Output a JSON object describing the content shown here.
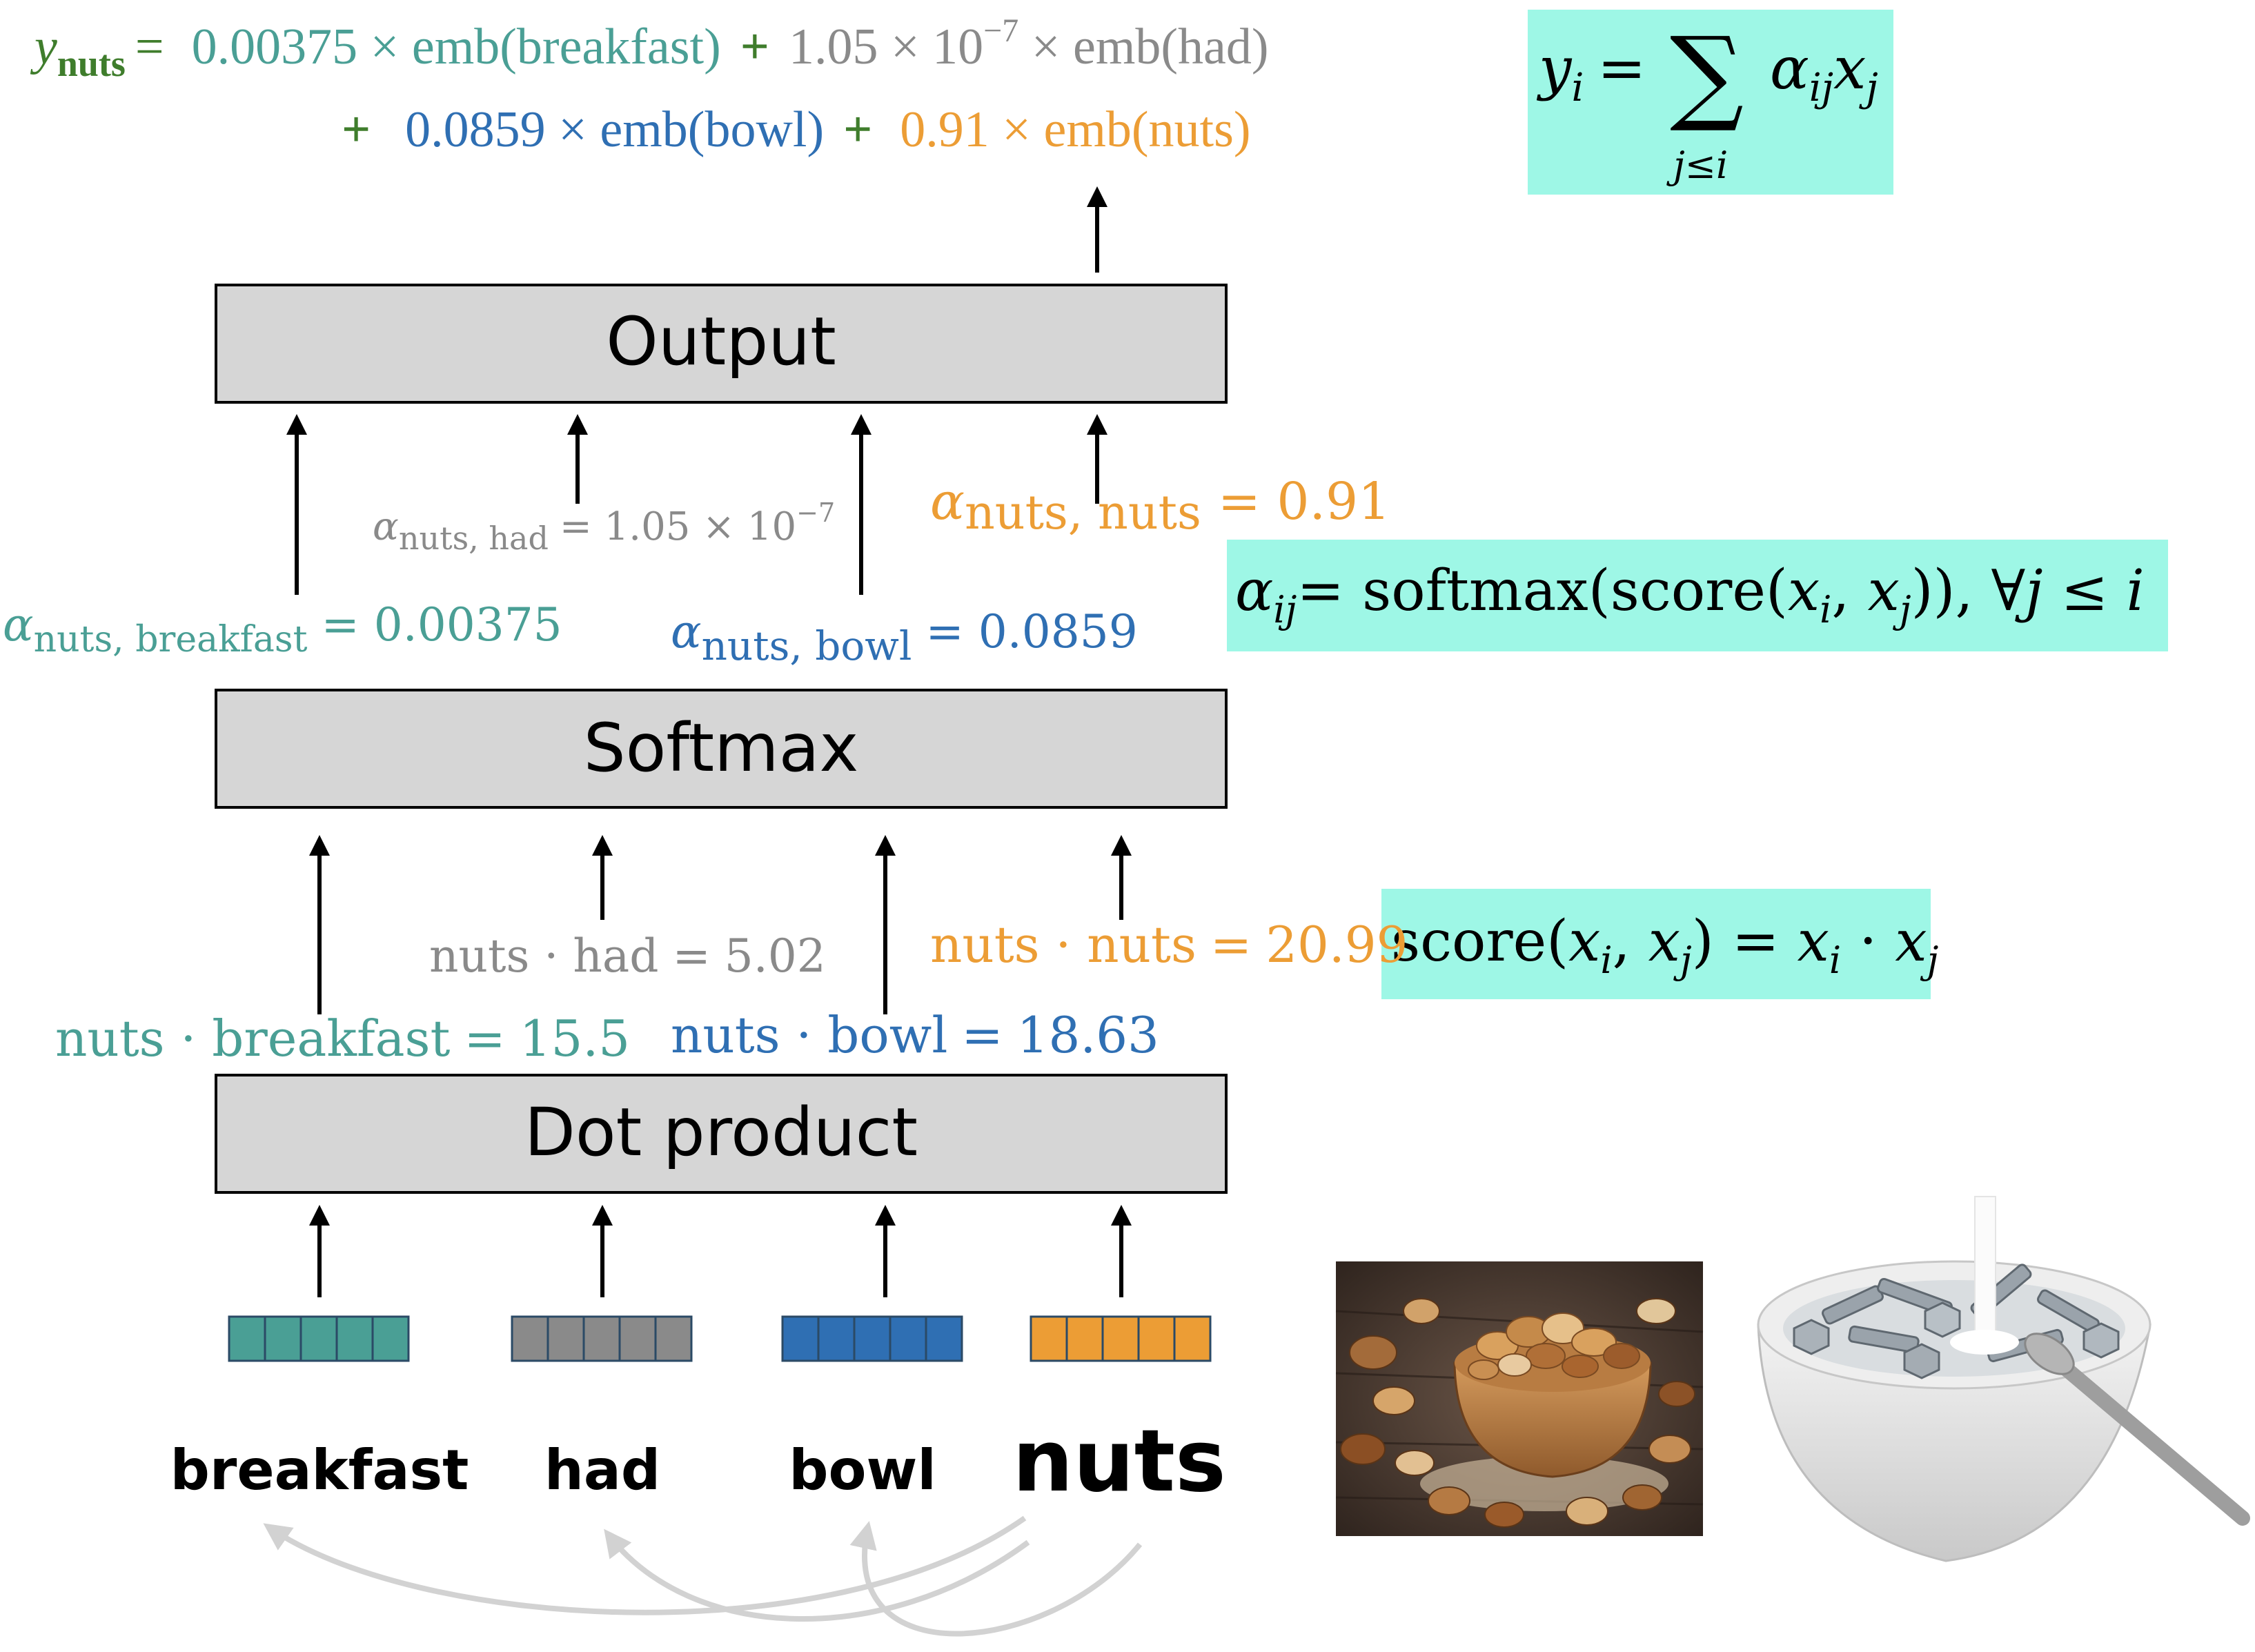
{
  "colors": {
    "teal": "#4a9f95",
    "gray": "#8a8a8a",
    "blue": "#2f6fb3",
    "orange": "#ec9d35",
    "green": "#3f7d2c",
    "box_fill": "#d6d6d6",
    "formula_bg": "#9ef7e6",
    "arc": "#d2d2d2"
  },
  "boxes": {
    "output": "Output",
    "softmax": "Softmax",
    "dot_product": "Dot product"
  },
  "tokens": [
    {
      "word": "breakfast",
      "color": "teal"
    },
    {
      "word": "had",
      "color": "gray"
    },
    {
      "word": "bowl",
      "color": "blue"
    },
    {
      "word": "nuts",
      "color": "orange"
    }
  ],
  "dot_scores": {
    "breakfast": {
      "lhs": "nuts · breakfast",
      "eq": "=",
      "value": "15.5"
    },
    "had": {
      "lhs": "nuts · had",
      "eq": "=",
      "value": "5.02"
    },
    "bowl": {
      "lhs": "nuts · bowl",
      "eq": "=",
      "value": "18.63"
    },
    "nuts": {
      "lhs": "nuts · nuts",
      "eq": "=",
      "value": "20.99"
    }
  },
  "attention_weights": {
    "symbol": "α",
    "breakfast": {
      "sub": "nuts, breakfast",
      "rhs": "= 0.00375"
    },
    "had": {
      "sub": "nuts, had",
      "rhs": "= 1.05 × 10",
      "exp": "−7"
    },
    "bowl": {
      "sub": "nuts, bowl",
      "rhs": "= 0.0859"
    },
    "nuts": {
      "sub": "nuts, nuts",
      "rhs": "= 0.91"
    }
  },
  "output_equation": {
    "y": "y",
    "y_sub": "nuts",
    "equals": "=",
    "term_breakfast": "0.00375 × emb(breakfast)",
    "plus": "+",
    "term_had_a": "1.05 × 10",
    "term_had_exp": "−7",
    "term_had_b": " × emb(had)",
    "term_bowl": "0.0859 × emb(bowl)",
    "term_nuts": "0.91 × emb(nuts)"
  },
  "formulas": {
    "sum": {
      "y": "y",
      "i": "i",
      "eq": "=",
      "sigma": "∑",
      "below": "j≤i",
      "alpha": "α",
      "ij": "ij",
      "x": "x",
      "j": "j"
    },
    "softmax": {
      "alpha": "α",
      "ij": "ij",
      "rest": "= softmax(score(",
      "x": "x",
      "i": "i",
      "comma": ", ",
      "j": "j",
      "close": ")), ∀",
      "jj": "j",
      "le": " ≤ ",
      "ii": "i"
    },
    "score": {
      "head": "score(",
      "x": "x",
      "i": "i",
      "comma": ", ",
      "j": "j",
      "mid": ") = ",
      "dot": " · "
    }
  },
  "images": [
    {
      "name": "nuts-bowl-photo",
      "depicts": "wooden bowl of mixed nuts"
    },
    {
      "name": "hardware-nuts-cereal-photo",
      "depicts": "bowl of metal nuts and bolts with milk"
    }
  ]
}
